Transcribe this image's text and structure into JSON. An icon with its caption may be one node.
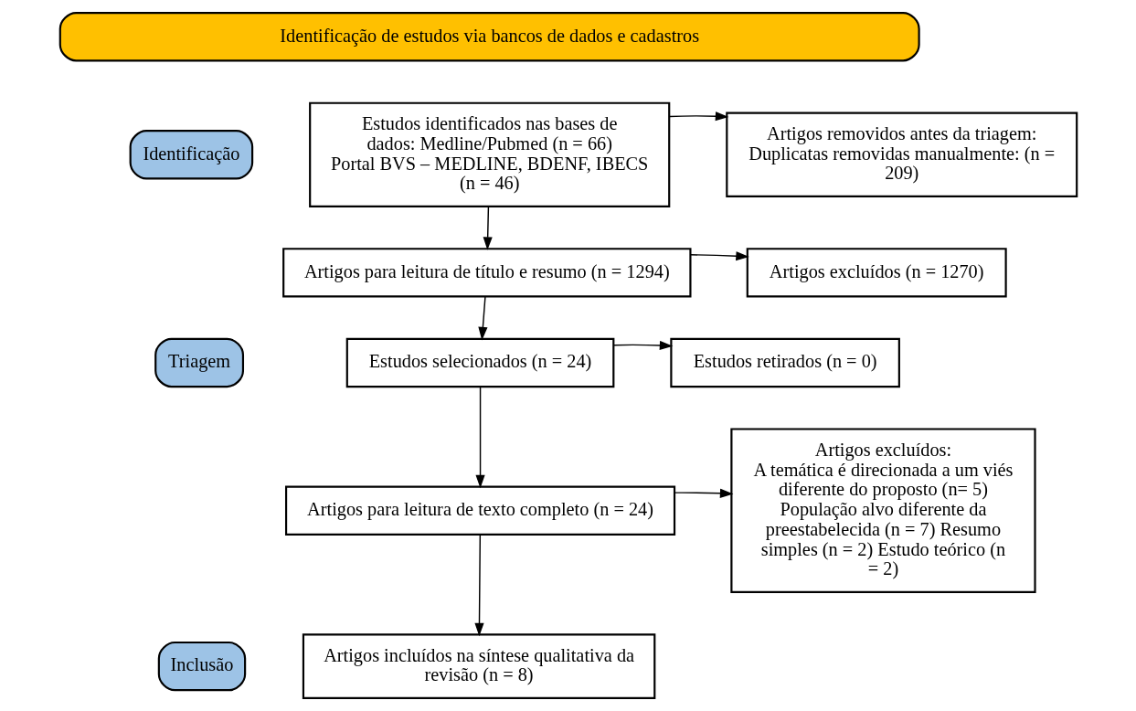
{
  "diagram": {
    "nodes": [
      {
        "text": [
          "Identificação de estudos via bancos de dados e cadastros"
        ]
      },
      {
        "text": [
          "Identificação"
        ]
      },
      {
        "text": [
          "Triagem"
        ]
      },
      {
        "text": [
          "Inclusão"
        ]
      },
      {
        "text": [
          "Estudos identificados nas bases de dados: Medline/Pubmed (n = 66) Portal BVS – MEDLINE, BDENF, IBECS (n = 46)"
        ]
      },
      {
        "text": [
          "Artigos removidos antes da triagem:",
          "Duplicatas removidas manualmente: (n = 209)"
        ]
      },
      {
        "text": [
          "Artigos para leitura de título e resumo (n = 1294)"
        ]
      },
      {
        "text": [
          "Artigos excluídos (n = 1270)"
        ]
      },
      {
        "text": [
          "Estudos selecionados (n = 24)"
        ]
      },
      {
        "text": [
          "Estudos retirados (n = 0)"
        ]
      },
      {
        "text": [
          "Artigos para leitura de texto completo (n = 24)"
        ]
      },
      {
        "text": [
          "Artigos excluídos:",
          "A temática é direcionada a um viés diferente do proposto (n= 5) População alvo diferente da preestabelecida (n = 7) Resumo simples (n = 2) Estudo teórico (n = 2)"
        ]
      },
      {
        "text": [
          "Artigos incluídos na síntese qualitativa da revisão (n = 8)"
        ]
      }
    ],
    "edges": [
      {
        "from": 4,
        "to": 5,
        "arrow": "to"
      },
      {
        "from": 4,
        "to": 6,
        "arrow": "to"
      },
      {
        "from": 6,
        "to": 7,
        "arrow": "to"
      },
      {
        "from": 6,
        "to": 8,
        "arrow": "to"
      },
      {
        "from": 8,
        "to": 9,
        "arrow": "to"
      },
      {
        "from": 8,
        "to": 10,
        "arrow": "to"
      },
      {
        "from": 10,
        "to": 11,
        "arrow": "to"
      },
      {
        "from": 10,
        "to": 12,
        "arrow": "to"
      }
    ]
  }
}
